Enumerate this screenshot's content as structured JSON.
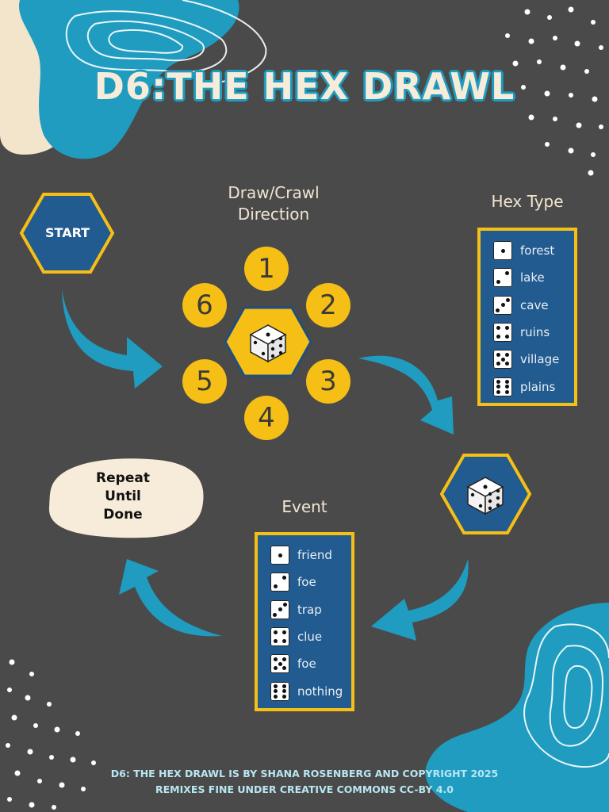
{
  "title": "D6:THE HEX DRAWL",
  "start_label": "START",
  "direction": {
    "heading_line1": "Draw/Crawl",
    "heading_line2": "Direction",
    "numbers": [
      "1",
      "2",
      "3",
      "4",
      "5",
      "6"
    ]
  },
  "hex_type": {
    "heading": "Hex Type",
    "items": [
      {
        "pips": 1,
        "label": "forest"
      },
      {
        "pips": 2,
        "label": "lake"
      },
      {
        "pips": 3,
        "label": "cave"
      },
      {
        "pips": 4,
        "label": "ruins"
      },
      {
        "pips": 5,
        "label": "village"
      },
      {
        "pips": 6,
        "label": "plains"
      }
    ]
  },
  "event": {
    "heading": "Event",
    "items": [
      {
        "pips": 1,
        "label": "friend"
      },
      {
        "pips": 2,
        "label": "foe"
      },
      {
        "pips": 3,
        "label": "trap"
      },
      {
        "pips": 4,
        "label": "clue"
      },
      {
        "pips": 5,
        "label": "foe"
      },
      {
        "pips": 6,
        "label": "nothing"
      }
    ]
  },
  "repeat": {
    "line1": "Repeat",
    "line2": "Until",
    "line3": "Done"
  },
  "footer": {
    "line1": "D6: THE HEX DRAWL IS BY SHANA ROSENBERG AND COPYRIGHT 2025",
    "line2": "REMIXES FINE UNDER CREATIVE COMMONS CC-BY 4.0"
  },
  "colors": {
    "background": "#4a4a4a",
    "teal": "#1f9cbf",
    "navy": "#225b8f",
    "yellow": "#f6bf15",
    "cream": "#f6ecd9"
  }
}
